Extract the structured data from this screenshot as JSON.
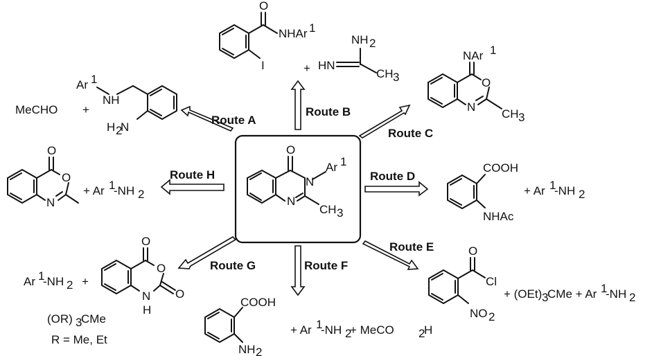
{
  "center": {
    "atoms": {
      "O": "O",
      "N3": "N",
      "Ar": "Ar",
      "ArSup": "1",
      "N1": "N",
      "CH": "CH",
      "CH3sub": "3"
    }
  },
  "routes": {
    "A": "Route A",
    "B": "Route B",
    "C": "Route C",
    "D": "Route D",
    "E": "Route E",
    "F": "Route F",
    "G": "Route G",
    "H": "Route H"
  },
  "route_a": {
    "mecho": "MeCHO",
    "plus": "+",
    "ar": "Ar",
    "arsup": "1",
    "nh": "NH",
    "h2n": "H",
    "h2n_sub": "2",
    "h2n_n": "N"
  },
  "route_b": {
    "o": "O",
    "nhar": "NHAr",
    "nhar_sup": "1",
    "i": "I",
    "plus": "+",
    "nh2": "NH",
    "nh2_sub": "2",
    "hn": "HN",
    "ch": "CH",
    "ch_sub": "3"
  },
  "route_c": {
    "nar": "NAr",
    "nar_sup": "1",
    "o": "O",
    "n": "N",
    "ch": "CH",
    "ch_sub": "3"
  },
  "route_d": {
    "cooh": "COOH",
    "nhac": "NHAc",
    "plus": "+ Ar",
    "sup": "1",
    "rest": "-NH",
    "sub": "2"
  },
  "route_e": {
    "o": "O",
    "cl": "Cl",
    "no": "NO",
    "no_sub": "2",
    "plus1": "+ (OEt)",
    "plus1_sub": "3",
    "plus1_rest": "CMe + Ar",
    "plus1_sup": "1",
    "plus1_end": "-NH",
    "plus1_end_sub": "2"
  },
  "route_f": {
    "cooh": "COOH",
    "nh": "NH",
    "nh_sub": "2",
    "plus": "+ Ar",
    "sup": "1",
    "mid": "-NH",
    "mid_sub": "2",
    "tail": " + MeCO",
    "tail_sub": "2",
    "tail_end": "H"
  },
  "route_g": {
    "ar": "Ar",
    "sup": "1",
    "nh2": "-NH",
    "nh2_sub": "2",
    "plus": "+",
    "o1": "O",
    "o2": "O",
    "o3": "O",
    "nh": "N",
    "h": "H",
    "or": "(OR)",
    "or_sub": "3",
    "or_end": "CMe",
    "r_def": "R = Me, Et"
  },
  "route_h": {
    "o1": "O",
    "o2": "O",
    "n": "N",
    "plus": "+ Ar",
    "sup": "1",
    "rest": "-NH",
    "sub": "2"
  }
}
